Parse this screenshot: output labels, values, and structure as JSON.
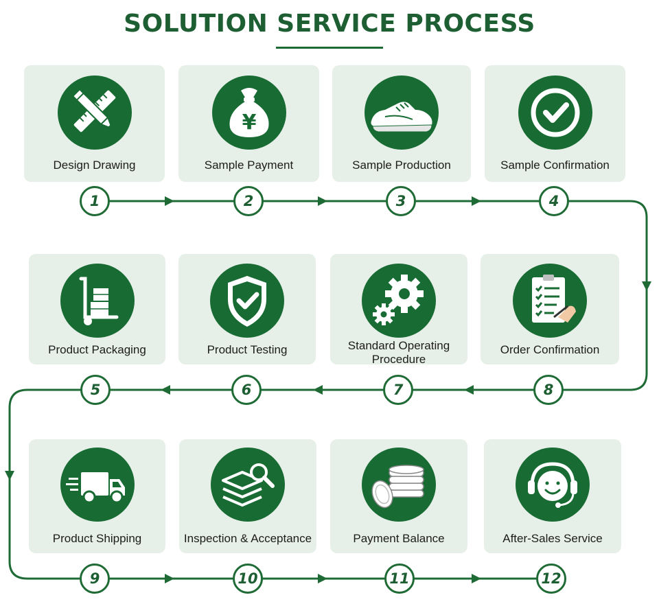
{
  "title": "SOLUTION SERVICE PROCESS",
  "colors": {
    "primary": "#176b33",
    "card": "#e7f0e8",
    "line": "#1f6b35"
  },
  "steps": [
    {
      "number": "1",
      "label": "Design Drawing",
      "icon": "ruler-pencil-icon"
    },
    {
      "number": "2",
      "label": "Sample Payment",
      "icon": "money-bag-icon"
    },
    {
      "number": "3",
      "label": "Sample Production",
      "icon": "sneaker-icon"
    },
    {
      "number": "4",
      "label": "Sample Confirmation",
      "icon": "check-circle-icon"
    },
    {
      "number": "5",
      "label": "Product Packaging",
      "icon": "hand-truck-boxes-icon"
    },
    {
      "number": "6",
      "label": "Product Testing",
      "icon": "shield-check-icon"
    },
    {
      "number": "7",
      "label": "Standard Operating Procedure",
      "icon": "gears-icon"
    },
    {
      "number": "8",
      "label": "Order Confirmation",
      "icon": "clipboard-checklist-icon"
    },
    {
      "number": "9",
      "label": "Product Shipping",
      "icon": "delivery-truck-icon"
    },
    {
      "number": "10",
      "label": "Inspection & Acceptance",
      "icon": "layers-magnifier-icon"
    },
    {
      "number": "11",
      "label": "Payment Balance",
      "icon": "coin-stack-icon"
    },
    {
      "number": "12",
      "label": "After-Sales Service",
      "icon": "headset-agent-icon"
    }
  ]
}
